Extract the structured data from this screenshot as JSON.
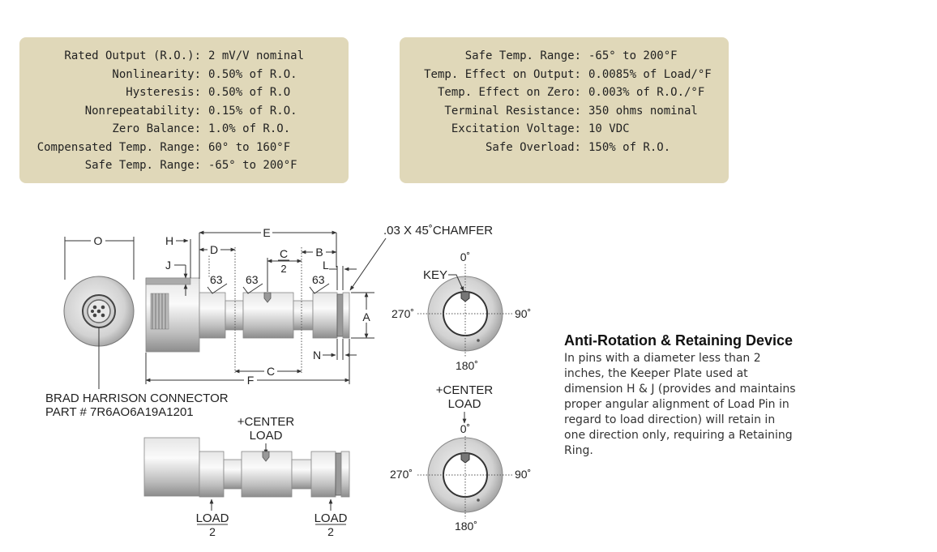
{
  "specs_left": [
    {
      "label": "Rated Output (R.O.):",
      "value": "2 mV/V nominal"
    },
    {
      "label": "Nonlinearity:",
      "value": "0.50% of R.O."
    },
    {
      "label": "Hysteresis:",
      "value": "0.50% of R.O"
    },
    {
      "label": "Nonrepeatability:",
      "value": "0.15% of R.O."
    },
    {
      "label": "Zero Balance:",
      "value": "1.0% of R.O."
    },
    {
      "label": "Compensated Temp. Range:",
      "value": "60° to 160°F"
    },
    {
      "label": "Safe Temp. Range:",
      "value": "-65° to 200°F"
    }
  ],
  "specs_right": [
    {
      "label": "Safe Temp. Range:",
      "value": "-65° to 200°F"
    },
    {
      "label": "Temp. Effect on Output:",
      "value": "0.0085% of Load/°F"
    },
    {
      "label": "Temp. Effect on Zero:",
      "value": "0.003% of R.O./°F"
    },
    {
      "label": "Terminal Resistance:",
      "value": "350 ohms nominal"
    },
    {
      "label": "Excitation Voltage:",
      "value": "10 VDC"
    },
    {
      "label": "Safe Overload:",
      "value": "150% of R.O."
    }
  ],
  "colors": {
    "spec_box": "#e0d8b9"
  },
  "diagram": {
    "dim_labels": {
      "o": "O",
      "h": "H",
      "j": "J",
      "d": "D",
      "e": "E",
      "c_top_num": "C",
      "c_top_den": "2",
      "b": "B",
      "l": "L",
      "a": "A",
      "n": "N",
      "c_bottom": "C",
      "f": "F",
      "finish_1": "63",
      "finish_2": "63",
      "finish_3": "63"
    },
    "chamfer_label": ".03 X 45˚CHAMFER",
    "connector_line1": "BRAD HARRISON CONNECTOR",
    "connector_line2": "PART # 7R6AO6A19A1201",
    "center_load_line1": "+CENTER",
    "center_load_line2": "LOAD",
    "load_half_num": "LOAD",
    "load_half_den": "2",
    "key_label": "KEY",
    "angles": {
      "a0": "0˚",
      "a90": "90˚",
      "a180": "180˚",
      "a270": "270˚"
    }
  },
  "anti_rotation": {
    "title": "Anti-Rotation & Retaining Device",
    "body": "In pins with a diameter less than 2 inches, the Keeper Plate used at dimension H & J (provides and maintains proper angular alignment of Load Pin in regard to load direction) will retain in one direction only, requiring a Retaining Ring."
  }
}
